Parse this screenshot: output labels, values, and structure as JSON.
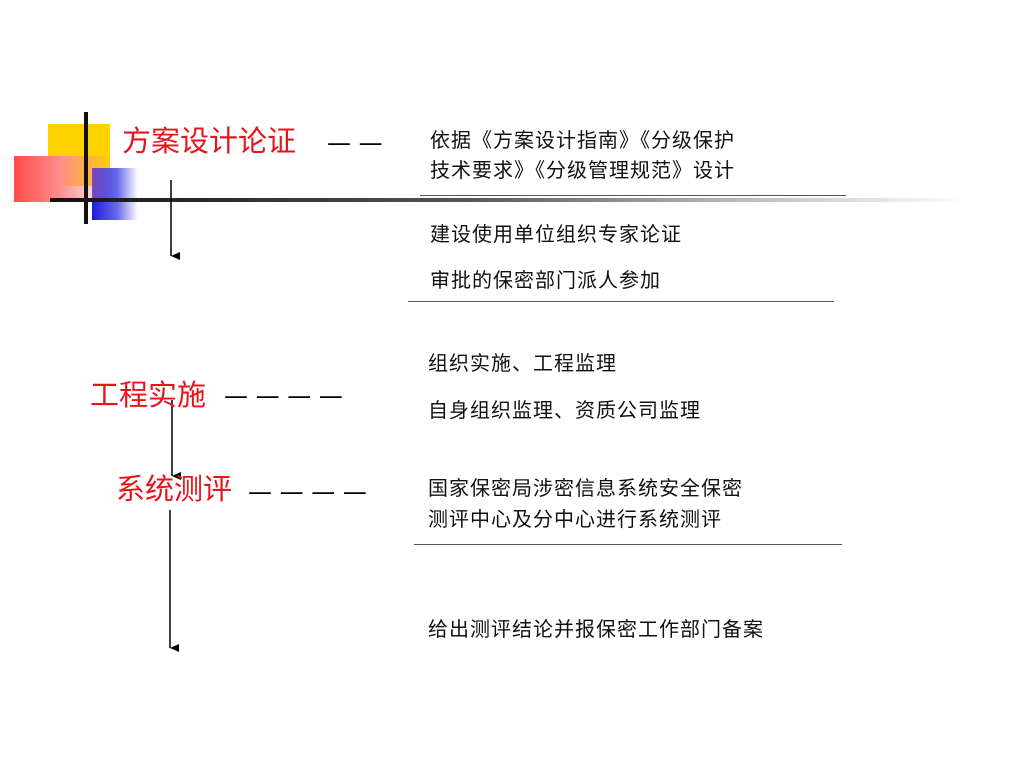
{
  "steps": {
    "design": {
      "heading": "方案设计论证",
      "dashes": "— —",
      "details": [
        "依据《方案设计指南》《分级保护",
        "技术要求》《分级管理规范》设计",
        "建设使用单位组织专家论证",
        "审批的保密部门派人参加"
      ]
    },
    "implementation": {
      "heading": "工程实施",
      "dashes": "— — — —",
      "details": [
        "组织实施、工程监理",
        "自身组织监理、资质公司监理"
      ]
    },
    "evaluation": {
      "heading": "系统测评",
      "dashes": "— — — —",
      "details": [
        "国家保密局涉密信息系统安全保密",
        "测评中心及分中心进行系统测评",
        "给出测评结论并报保密工作部门备案"
      ]
    }
  },
  "colors": {
    "heading": "#e8141c",
    "deco_yellow": "#ffd200",
    "deco_blue": "#1c1cd8",
    "deco_red": "#ff4a4a"
  }
}
